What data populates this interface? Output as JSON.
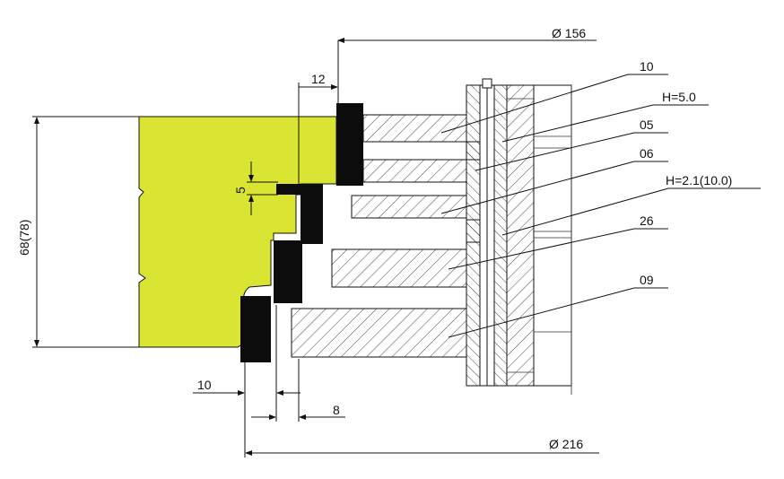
{
  "colors": {
    "workpiece": "#d9e532",
    "knife": "#0c0c0c",
    "line": "#111111",
    "hatch": "#333333",
    "background": "#ffffff"
  },
  "dimensions": {
    "diameter_top": "Ø 156",
    "diameter_bottom": "Ø 216",
    "height": "68(78)",
    "step_top": "12",
    "step_small": "5",
    "bottom_left": "10",
    "bottom_right": "8"
  },
  "part_labels": {
    "p10": "10",
    "h50": "H=5.0",
    "p05": "05",
    "p06": "06",
    "h21": "H=2.1(10.0)",
    "p26": "26",
    "p09": "09"
  }
}
